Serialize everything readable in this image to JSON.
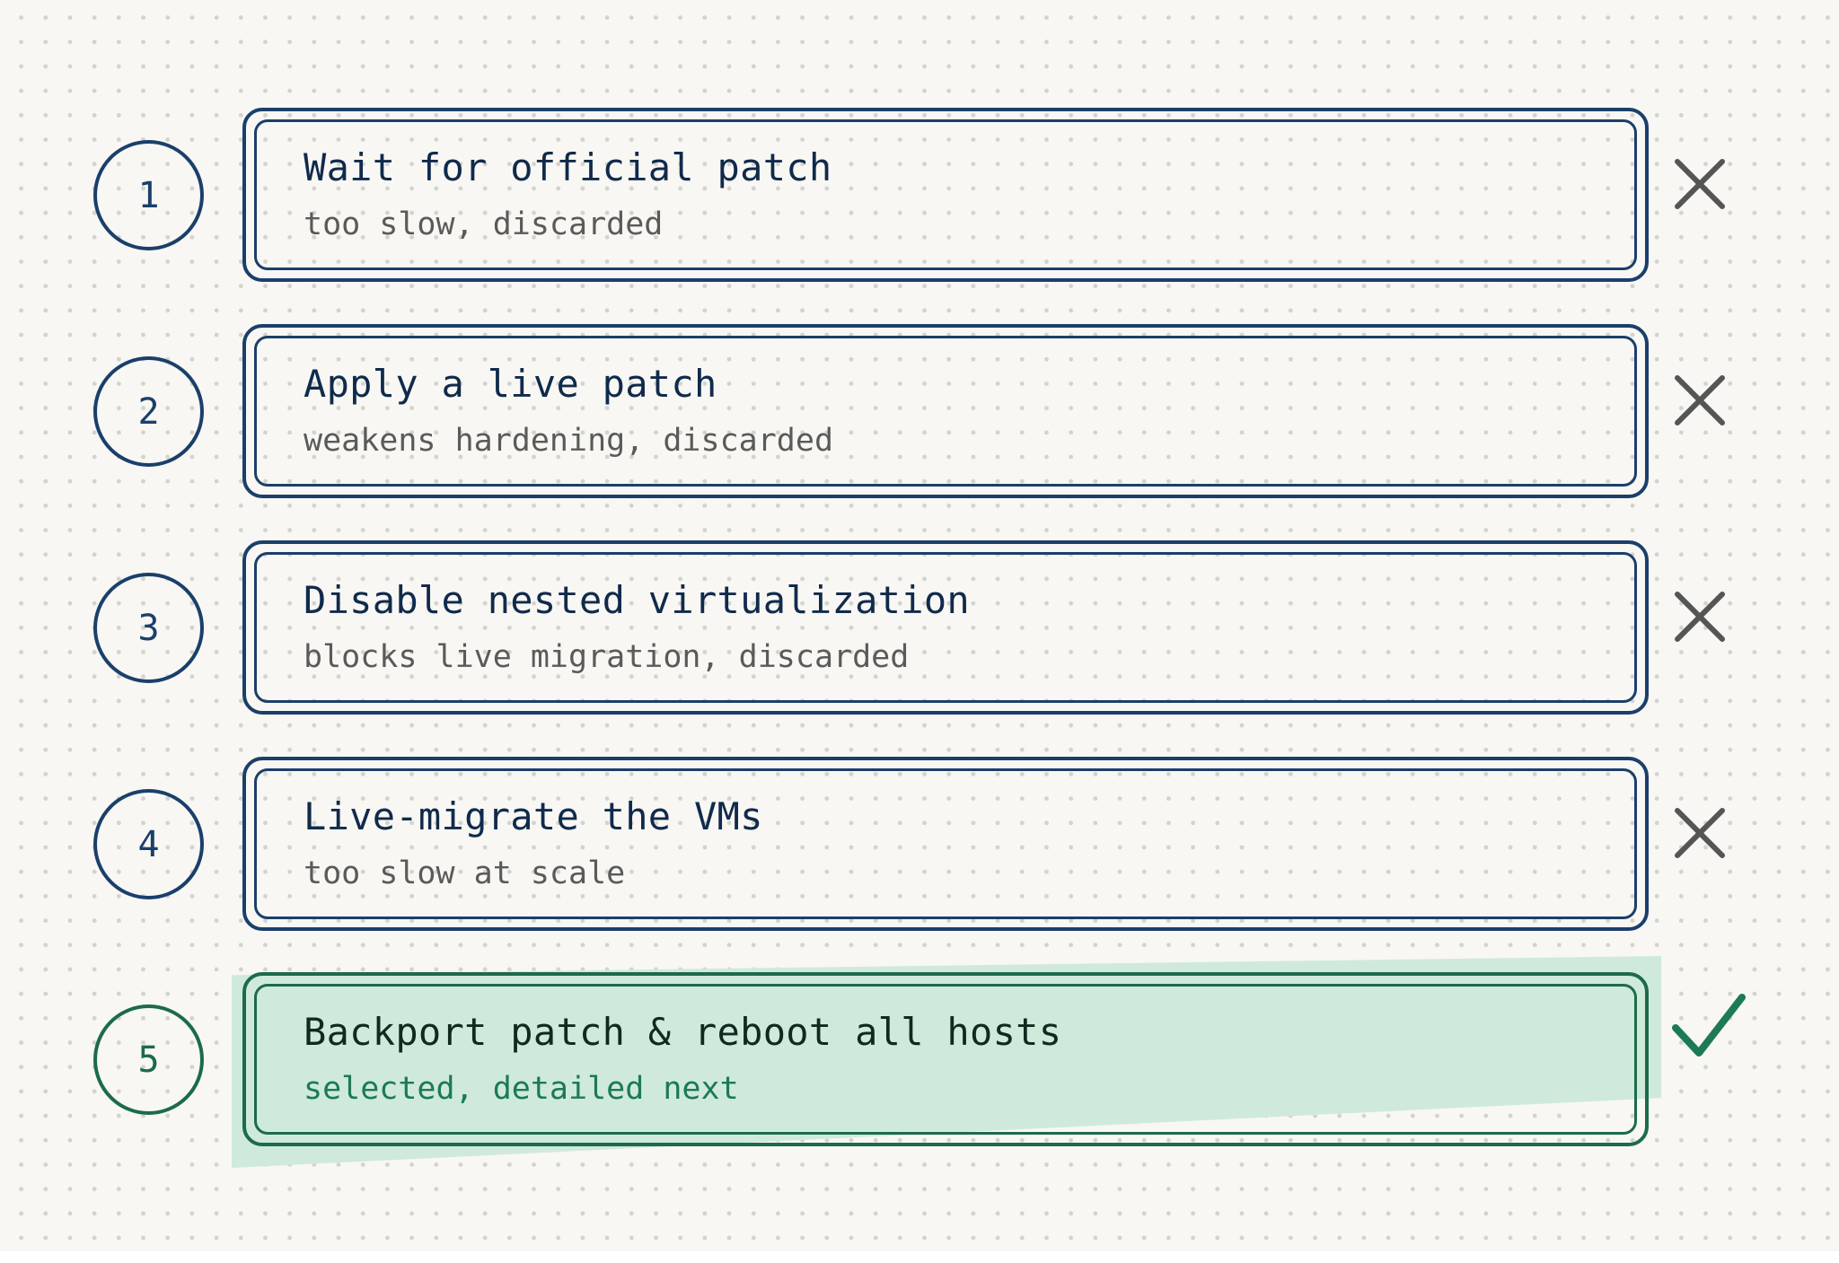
{
  "colors": {
    "navy": "#1b3f6b",
    "green": "#1c6b4a",
    "highlight": "#cfeadb",
    "background": "#f8f7f3",
    "mark_gray": "#555555"
  },
  "options": [
    {
      "number": "1",
      "title": "Wait for official patch",
      "subtitle": "too slow, discarded",
      "status": "rejected",
      "mark_icon": "x-icon"
    },
    {
      "number": "2",
      "title": "Apply a live patch",
      "subtitle": "weakens hardening, discarded",
      "status": "rejected",
      "mark_icon": "x-icon"
    },
    {
      "number": "3",
      "title": "Disable nested virtualization",
      "subtitle": "blocks live migration, discarded",
      "status": "rejected",
      "mark_icon": "x-icon"
    },
    {
      "number": "4",
      "title": "Live-migrate the VMs",
      "subtitle": "too slow at scale",
      "status": "rejected",
      "mark_icon": "x-icon"
    },
    {
      "number": "5",
      "title": "Backport patch & reboot all hosts",
      "subtitle": "selected, detailed next",
      "status": "selected",
      "mark_icon": "check-icon"
    }
  ]
}
